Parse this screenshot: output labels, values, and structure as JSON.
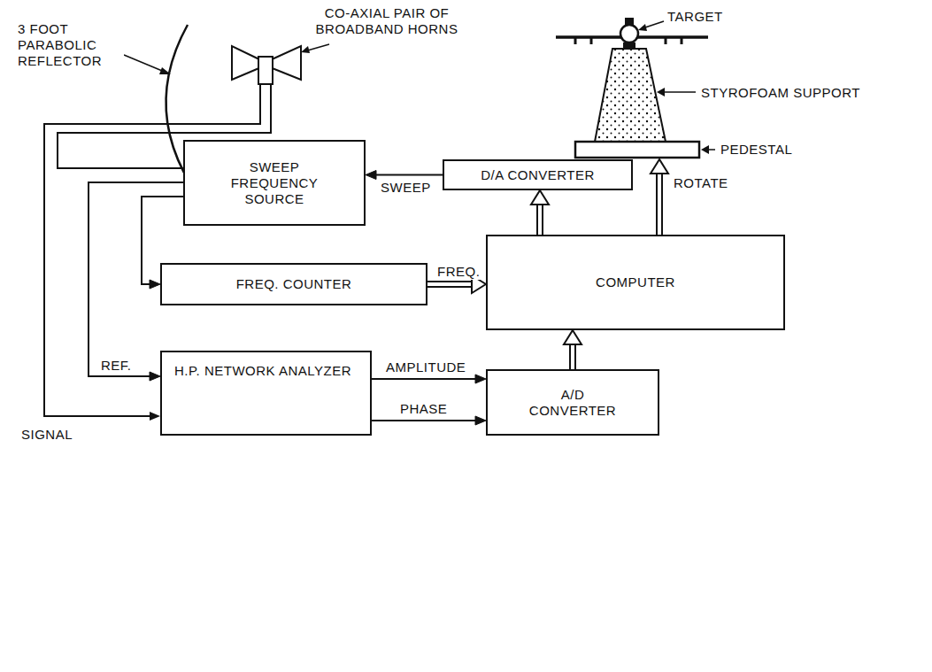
{
  "diagram": {
    "nodes": [
      {
        "text": [
          "SWEEP FREQUENCY SOURCE"
        ]
      },
      {
        "text": [
          "D/A CONVERTER"
        ]
      },
      {
        "text": [
          "FREQ. COUNTER"
        ]
      },
      {
        "text": [
          "COMPUTER"
        ]
      },
      {
        "text": [
          "H.P. NETWORK ANALYZER"
        ]
      },
      {
        "text": [
          "A/D CONVERTER"
        ]
      }
    ],
    "edges": [
      {
        "from": 1,
        "to": 0,
        "arrow": "to",
        "label": "SWEEP"
      },
      {
        "from": 0,
        "to": 2,
        "arrow": "to"
      },
      {
        "from": 0,
        "to": 4,
        "arrow": "to",
        "label": "REF."
      },
      {
        "from": 2,
        "to": 3,
        "arrow": "to",
        "label": "FREQ."
      },
      {
        "from": 3,
        "to": 1,
        "arrow": "to"
      },
      {
        "from": 4,
        "to": 5,
        "arrow": "to",
        "label": "AMPLITUDE"
      },
      {
        "from": 4,
        "to": 5,
        "arrow": "to",
        "label": "PHASE"
      },
      {
        "from": 5,
        "to": 3,
        "arrow": "to"
      }
    ],
    "labels": [
      "3 FOOT PARABOLIC REFLECTOR",
      "CO-AXIAL PAIR OF BROADBAND HORNS",
      "TARGET",
      "STYROFOAM SUPPORT",
      "PEDESTAL",
      "ROTATE",
      "SIGNAL"
    ]
  }
}
